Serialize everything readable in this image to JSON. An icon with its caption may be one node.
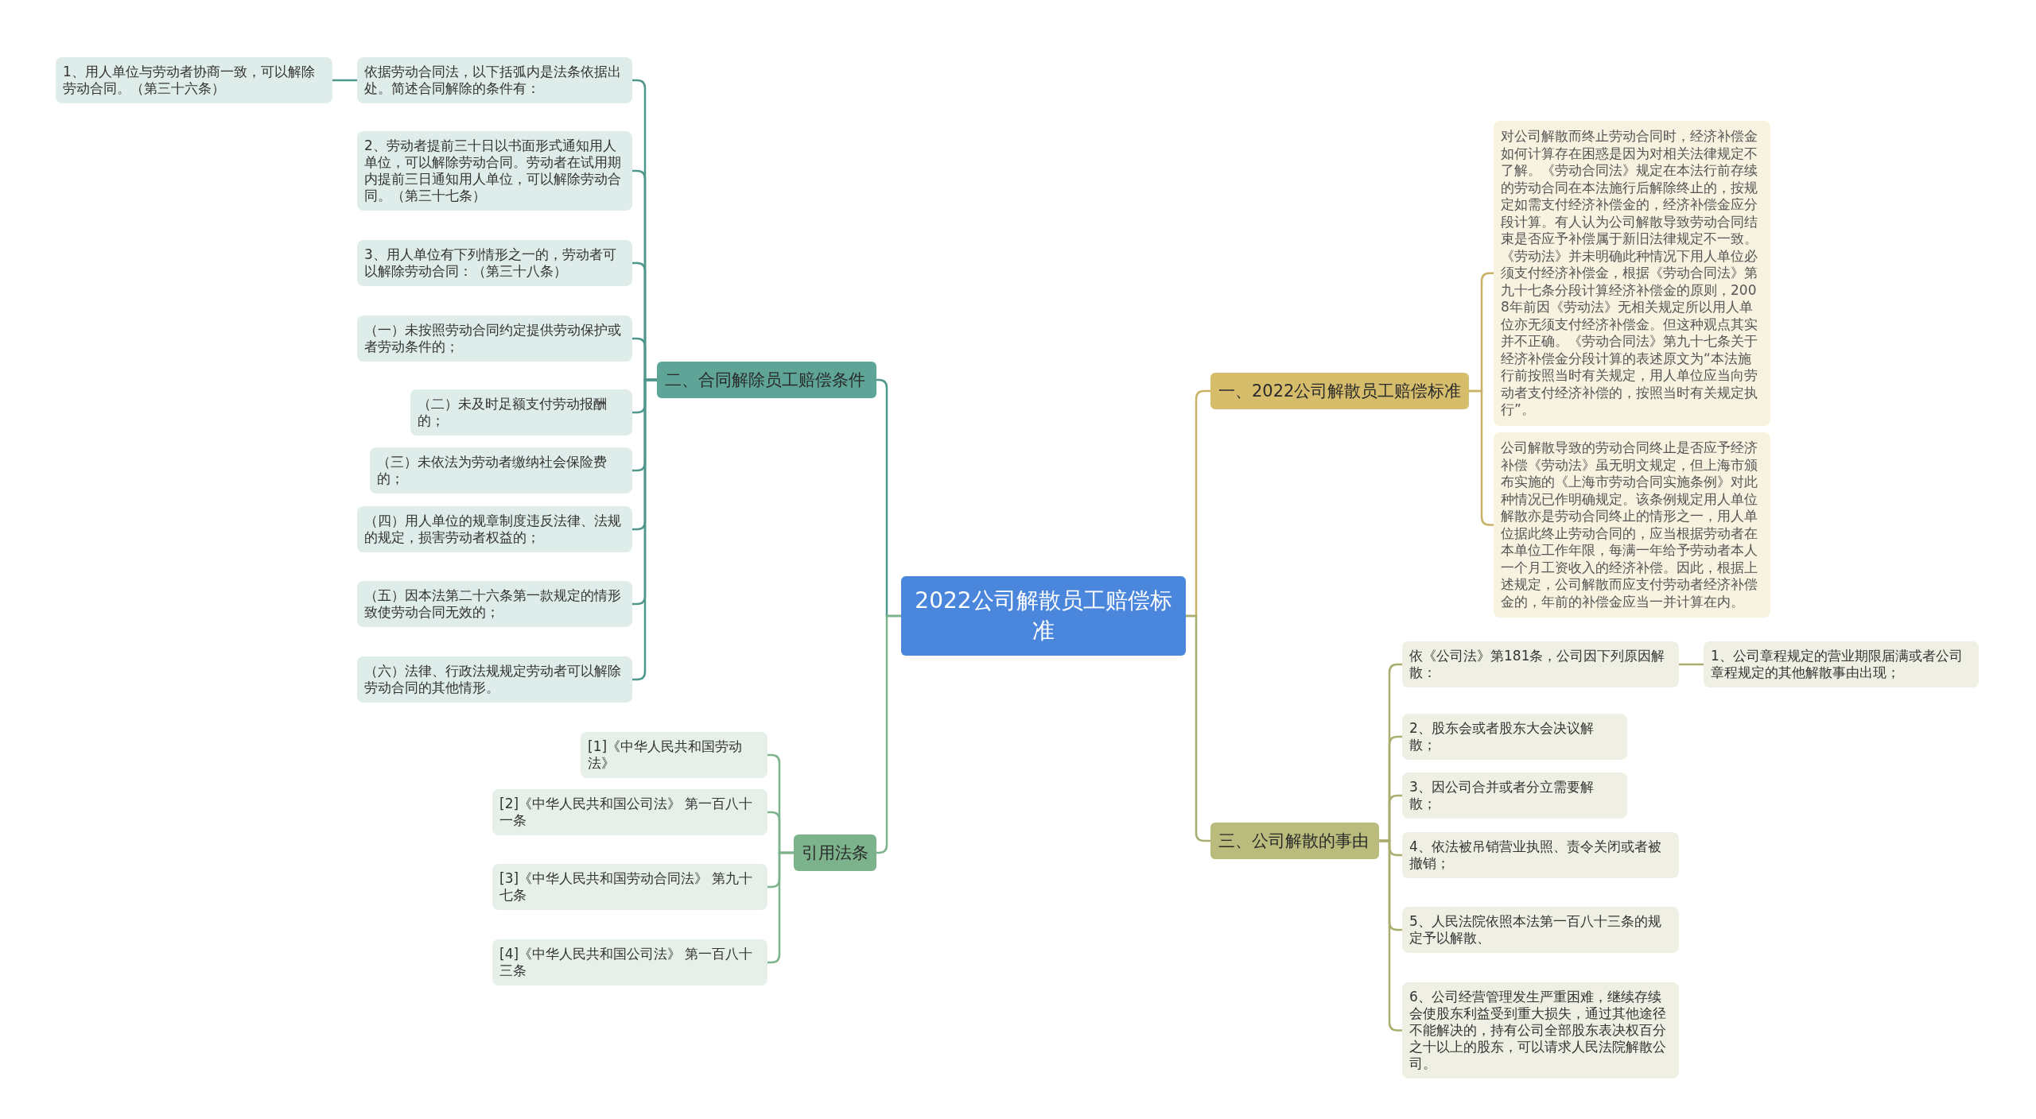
{
  "diagram": {
    "nodes": [
      {
        "text": [
          "2022公司解散员工赔偿标准"
        ]
      },
      {
        "text": [
          "二、合同解除员工赔偿条件"
        ]
      },
      {
        "text": [
          "依据劳动合同法，以下括弧内是法条依据出处。简述合同解除的条件有："
        ]
      },
      {
        "text": [
          "1、用人单位与劳动者协商一致，可以解除劳动合同。（第三十六条）"
        ]
      },
      {
        "text": [
          "2、劳动者提前三十日以书面形式通知用人单位，可以解除劳动合同。劳动者在试用期内提前三日通知用人单位，可以解除劳动合同。（第三十七条）"
        ]
      },
      {
        "text": [
          "3、用人单位有下列情形之一的，劳动者可以解除劳动合同：（第三十八条）"
        ]
      },
      {
        "text": [
          "（一）未按照劳动合同约定提供劳动保护或者劳动条件的；"
        ]
      },
      {
        "text": [
          "（二）未及时足额支付劳动报酬的；"
        ]
      },
      {
        "text": [
          "（三）未依法为劳动者缴纳社会保险费的；"
        ]
      },
      {
        "text": [
          "（四）用人单位的规章制度违反法律、法规的规定，损害劳动者权益的；"
        ]
      },
      {
        "text": [
          "（五）因本法第二十六条第一款规定的情形致使劳动合同无效的；"
        ]
      },
      {
        "text": [
          "（六）法律、行政法规规定劳动者可以解除劳动合同的其他情形。"
        ]
      },
      {
        "text": [
          "引用法条"
        ]
      },
      {
        "text": [
          "[1]《中华人民共和国劳动法》"
        ]
      },
      {
        "text": [
          "[2]《中华人民共和国公司法》 第一百八十一条"
        ]
      },
      {
        "text": [
          "[3]《中华人民共和国劳动合同法》 第九十七条"
        ]
      },
      {
        "text": [
          "[4]《中华人民共和国公司法》 第一百八十三条"
        ]
      },
      {
        "text": [
          "一、2022公司解散员工赔偿标准"
        ]
      },
      {
        "text": [
          "对公司解散而终止劳动合同时，经济补偿金如何计算存在困惑是因为对相关法律规定不了解。《劳动合同法》规定在本法行前存续的劳动合同在本法施行后解除终止的，按规定如需支付经济补偿金的，经济补偿金应分段计算。有人认为公司解散导致劳动合同结束是否应予补偿属于新旧法律规定不一致。《劳动法》并未明确此种情况下用人单位必须支付经济补偿金，根据《劳动合同法》第九十七条分段计算经济补偿金的原则，2008年前因《劳动法》无相关规定所以用人单位亦无须支付经济补偿金。但这种观点其实并不正确。《劳动合同法》第九十七条关于经济补偿金分段计算的表述原文为“本法施行前按照当时有关规定，用人单位应当向劳动者支付经济补偿的，按照当时有关规定执行”。"
        ]
      },
      {
        "text": [
          "公司解散导致的劳动合同终止是否应予经济补偿《劳动法》虽无明文规定，但上海市颁布实施的《上海市劳动合同实施条例》对此种情况已作明确规定。该条例规定用人单位解散亦是劳动合同终止的情形之一，用人单位据此终止劳动合同的，应当根据劳动者在本单位工作年限，每满一年给予劳动者本人一个月工资收入的经济补偿。因此，根据上述规定，公司解散而应支付劳动者经济补偿金的，年前的补偿金应当一并计算在内。"
        ]
      },
      {
        "text": [
          "三、公司解散的事由"
        ]
      },
      {
        "text": [
          "依《公司法》第181条，公司因下列原因解散："
        ]
      },
      {
        "text": [
          "1、公司章程规定的营业期限届满或者公司章程规定的其他解散事由出现；"
        ]
      },
      {
        "text": [
          "2、股东会或者股东大会决议解散；"
        ]
      },
      {
        "text": [
          "3、因公司合并或者分立需要解散；"
        ]
      },
      {
        "text": [
          "4、依法被吊销营业执照、责令关闭或者被撤销；"
        ]
      },
      {
        "text": [
          "5、人民法院依照本法第一百八十三条的规定予以解散、"
        ]
      },
      {
        "text": [
          "6、公司经营管理发生严重困难，继续存续会使股东利益受到重大损失，通过其他途径不能解决的，持有公司全部股东表决权百分之十以上的股东，可以请求人民法院解散公司。"
        ]
      }
    ],
    "edges": [
      {
        "from": 0,
        "to": 1,
        "arrow": "none"
      },
      {
        "from": 1,
        "to": 2,
        "arrow": "none"
      },
      {
        "from": 2,
        "to": 3,
        "arrow": "none"
      },
      {
        "from": 1,
        "to": 4,
        "arrow": "none"
      },
      {
        "from": 1,
        "to": 5,
        "arrow": "none"
      },
      {
        "from": 1,
        "to": 6,
        "arrow": "none"
      },
      {
        "from": 1,
        "to": 7,
        "arrow": "none"
      },
      {
        "from": 1,
        "to": 8,
        "arrow": "none"
      },
      {
        "from": 1,
        "to": 9,
        "arrow": "none"
      },
      {
        "from": 1,
        "to": 10,
        "arrow": "none"
      },
      {
        "from": 1,
        "to": 11,
        "arrow": "none"
      },
      {
        "from": 0,
        "to": 12,
        "arrow": "none",
        "color": "#7cb38c"
      },
      {
        "from": 12,
        "to": 13,
        "arrow": "none",
        "color": "#7cb38c"
      },
      {
        "from": 12,
        "to": 14,
        "arrow": "none",
        "color": "#7cb38c"
      },
      {
        "from": 12,
        "to": 15,
        "arrow": "none",
        "color": "#7cb38c"
      },
      {
        "from": 12,
        "to": 16,
        "arrow": "none",
        "color": "#7cb38c"
      },
      {
        "from": 0,
        "to": 17,
        "arrow": "none",
        "color": "#c9b265"
      },
      {
        "from": 17,
        "to": 18,
        "arrow": "none",
        "color": "#c9b265"
      },
      {
        "from": 17,
        "to": 19,
        "arrow": "none",
        "color": "#c9b265"
      },
      {
        "from": 0,
        "to": 20,
        "arrow": "none",
        "color": "#a9ad6e"
      },
      {
        "from": 20,
        "to": 21,
        "arrow": "none",
        "color": "#a9ad6e"
      },
      {
        "from": 21,
        "to": 22,
        "arrow": "none",
        "color": "#a9ad6e"
      },
      {
        "from": 20,
        "to": 23,
        "arrow": "none",
        "color": "#a9ad6e"
      },
      {
        "from": 20,
        "to": 24,
        "arrow": "none",
        "color": "#a9ad6e"
      },
      {
        "from": 20,
        "to": 25,
        "arrow": "none",
        "color": "#a9ad6e"
      },
      {
        "from": 20,
        "to": 26,
        "arrow": "none",
        "color": "#a9ad6e"
      },
      {
        "from": 20,
        "to": 27,
        "arrow": "none",
        "color": "#a9ad6e"
      }
    ]
  }
}
